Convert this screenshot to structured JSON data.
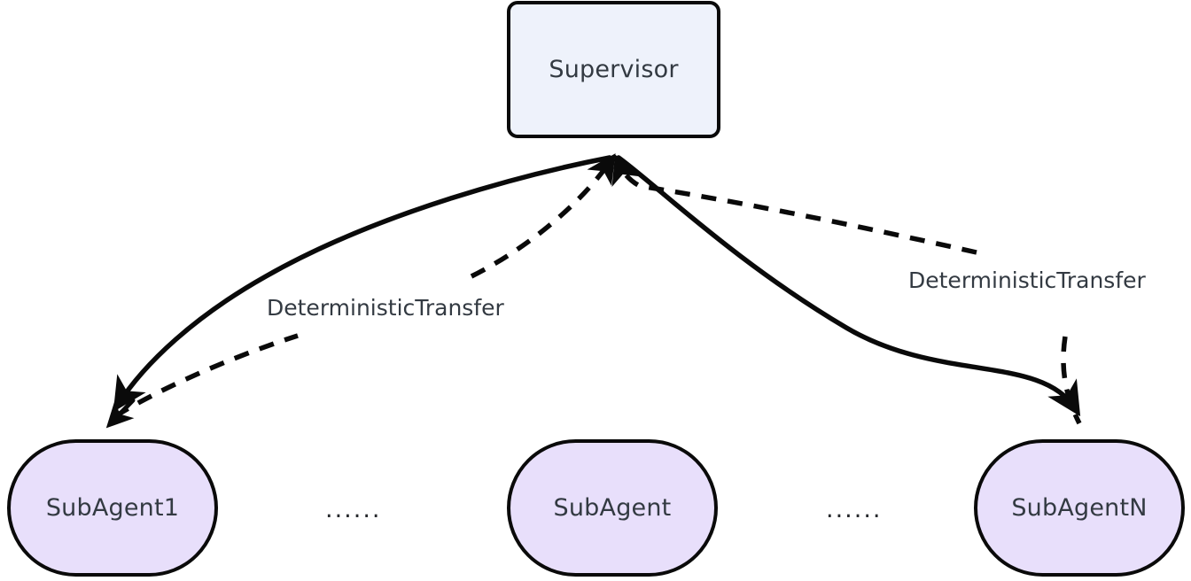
{
  "diagram": {
    "title": "Supervisor multi-agent handoff diagram",
    "background_color": "#ffffff",
    "stroke_color": "#0a0a0a",
    "text_color": "#333a42",
    "nodes": [
      {
        "id": "supervisor",
        "label": "Supervisor",
        "shape": "rounded-rectangle",
        "fill": "#eef2fb",
        "border_color": "#0a0a0a"
      },
      {
        "id": "subagent1",
        "label": "SubAgent1",
        "shape": "stadium",
        "fill": "#e8dffb",
        "border_color": "#0a0a0a"
      },
      {
        "id": "subagent-center",
        "label": "SubAgent",
        "shape": "stadium",
        "fill": "#e8dffb",
        "border_color": "#0a0a0a"
      },
      {
        "id": "subagentn",
        "label": "SubAgentN",
        "shape": "stadium",
        "fill": "#e8dffb",
        "border_color": "#0a0a0a"
      }
    ],
    "ellipses": [
      {
        "id": "ellipsis-left",
        "label": "......"
      },
      {
        "id": "ellipsis-right",
        "label": "......"
      }
    ],
    "edges": [
      {
        "id": "supervisor-to-subagent1",
        "from": "supervisor",
        "to": "subagent1",
        "style": "solid",
        "arrow": "end"
      },
      {
        "id": "subagent1-to-supervisor",
        "from": "subagent1",
        "to": "supervisor",
        "style": "dashed",
        "arrow": "end",
        "label": "DeterministicTransfer"
      },
      {
        "id": "supervisor-to-subagentn",
        "from": "supervisor",
        "to": "subagentn",
        "style": "solid",
        "arrow": "end"
      },
      {
        "id": "subagentn-to-supervisor",
        "from": "subagentn",
        "to": "supervisor",
        "style": "dashed",
        "arrow": "end",
        "label": "DeterministicTransfer"
      }
    ],
    "labels": {
      "left_transfer": "DeterministicTransfer",
      "right_transfer": "DeterministicTransfer"
    }
  }
}
